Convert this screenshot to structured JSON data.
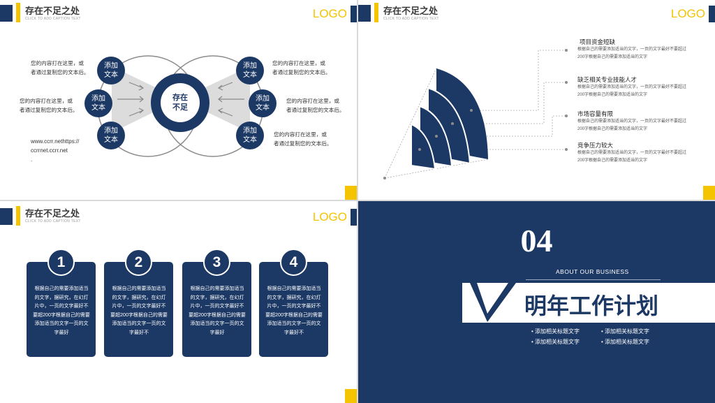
{
  "header": {
    "title": "存在不足之处",
    "subtitle": "CLICK TO ADD CAPTION TEXT",
    "logo": "LOGO"
  },
  "colors": {
    "navy": "#1c3864",
    "yellow": "#f5c400",
    "gray": "#d9d9d9"
  },
  "slide1": {
    "center_label": "存在\n不足",
    "node_label": "添加\n文本",
    "left_texts": [
      "您的内容打在这里，或\n者通过复制您的文本后。",
      "您的内容打在这里，或\n者通过复制您的文本后。",
      "www.ccrr.nethttps://\nccrrnet.ccrr.net\n."
    ],
    "right_texts": [
      "您的内容打在这里，或\n者通过复制您的文本后。",
      "您的内容打在这里，或\n者通过复制您的文本后。",
      "您的内容打在这里，或\n者通过复制您的文本后。"
    ]
  },
  "slide2": {
    "items": [
      {
        "title": "项目资金短缺",
        "body": "根据自己的需要添加适当的文字，一页的文字最好不要超过200字根据自己的需要添加适当的文字"
      },
      {
        "title": "缺乏相关专业技能人才",
        "body": "根据自己的需要添加适当的文字，一页的文字最好不要超过200字根据自己的需要添加适当的文字"
      },
      {
        "title": "市场容量有限",
        "body": "根据自己的需要添加适当的文字，一页的文字最好不要超过200字根据自己的需要添加适当的文字"
      },
      {
        "title": "竞争压力较大",
        "body": "根据自己的需要添加适当的文字，一页的文字最好不要超过200字根据自己的需要添加适当的文字"
      }
    ]
  },
  "slide3": {
    "cards": [
      {
        "num": "1",
        "text": "根据自己的需要添加适当的文字，据研究，在幻灯片中，一页的文字最好不要超200字根据自己的需要添加适当的文字一页的文字最好"
      },
      {
        "num": "2",
        "text": "根据自己的需要添加适当的文字，据研究，在幻灯片中，一页的文字最好不要超200字根据自己的需要添加适当的文字一页的文字最好不"
      },
      {
        "num": "3",
        "text": "根据自己的需要添加适当的文字，据研究，在幻灯片中，一页的文字最好不要超200字根据自己的需要添加适当的文字一页的文字最好"
      },
      {
        "num": "4",
        "text": "根据自己的需要添加适当的文字，据研究，在幻灯片中，一页的文字最好不要超200字根据自己的需要添加适当的文字一页的文字最好不"
      }
    ]
  },
  "slide4": {
    "number": "04",
    "eyebrow": "ABOUT OUR BUSINESS",
    "title": "明年工作计划",
    "bullets": [
      "添加相关标题文字",
      "添加相关标题文字",
      "添加相关标题文字",
      "添加相关标题文字"
    ]
  }
}
